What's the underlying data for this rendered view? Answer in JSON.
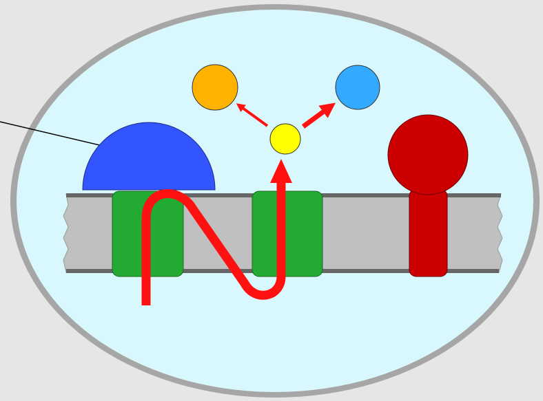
{
  "colors": {
    "background": "#e6e6e6",
    "cell_outline": "#a6a6a6",
    "cell_interior": "#d9f8fd",
    "membrane_fill": "#c0c0c0",
    "membrane_edge": "#666666",
    "blue_dome": "#3355ff",
    "channel_green": "#22aa33",
    "red_receptor": "#cc0000",
    "signal_arrow": "#ff1111",
    "yellow_molecule": "#ffff00",
    "orange_molecule": "#ffb300",
    "blue_molecule": "#33aaff",
    "leader_line": "#000000"
  },
  "diagram": {
    "elements": [
      {
        "id": "cell",
        "shape": "ellipse"
      },
      {
        "id": "membrane",
        "shape": "band"
      },
      {
        "id": "blue-dome",
        "shape": "half-disc"
      },
      {
        "id": "left-channel",
        "shape": "rounded-rect"
      },
      {
        "id": "middle-channel",
        "shape": "rounded-rect"
      },
      {
        "id": "red-receptor",
        "shape": "ball-on-stalk"
      },
      {
        "id": "signal-pathway",
        "shape": "arrow-path"
      },
      {
        "id": "yellow-molecule",
        "shape": "circle"
      },
      {
        "id": "orange-molecule",
        "shape": "circle"
      },
      {
        "id": "blue-molecule",
        "shape": "circle"
      },
      {
        "id": "leader-line",
        "shape": "line"
      }
    ]
  }
}
